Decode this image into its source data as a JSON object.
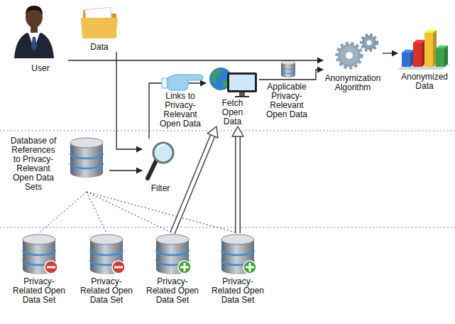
{
  "diagram": {
    "nodes": [
      {
        "text": [
          "User"
        ]
      },
      {
        "text": [
          "Data"
        ]
      },
      {
        "text": [
          "Database of References to Privacy-Relevant Open Data Sets"
        ]
      },
      {
        "text": [
          "Filter"
        ]
      },
      {
        "text": [
          "Fetch Open Data"
        ]
      },
      {
        "text": [
          "Anonymization Algorithm"
        ]
      },
      {
        "text": [
          "Anonymized Data"
        ]
      },
      {
        "text": [
          "Privacy-Related Open Data Set"
        ]
      },
      {
        "text": [
          "Privacy-Related Open Data Set"
        ]
      },
      {
        "text": [
          "Privacy-Related Open Data Set"
        ]
      },
      {
        "text": [
          "Privacy-Related Open Data Set"
        ]
      }
    ],
    "edges": [
      {
        "from": 0,
        "to": 5,
        "arrow": "to"
      },
      {
        "from": 1,
        "to": 3,
        "arrow": "to"
      },
      {
        "from": 2,
        "to": 3,
        "arrow": "to"
      },
      {
        "from": 3,
        "to": 4,
        "arrow": "to",
        "label": "Links to Privacy-Relevant Open Data"
      },
      {
        "from": 4,
        "to": 5,
        "arrow": "to",
        "label": "Applicable Privacy-Relevant Open Data"
      },
      {
        "from": 5,
        "to": 6,
        "arrow": "to"
      },
      {
        "from": 2,
        "to": 7,
        "arrow": "none"
      },
      {
        "from": 2,
        "to": 8,
        "arrow": "none"
      },
      {
        "from": 2,
        "to": 9,
        "arrow": "none"
      },
      {
        "from": 2,
        "to": 10,
        "arrow": "none"
      },
      {
        "from": 9,
        "to": 4,
        "arrow": "to"
      },
      {
        "from": 10,
        "to": 4,
        "arrow": "to"
      }
    ]
  }
}
